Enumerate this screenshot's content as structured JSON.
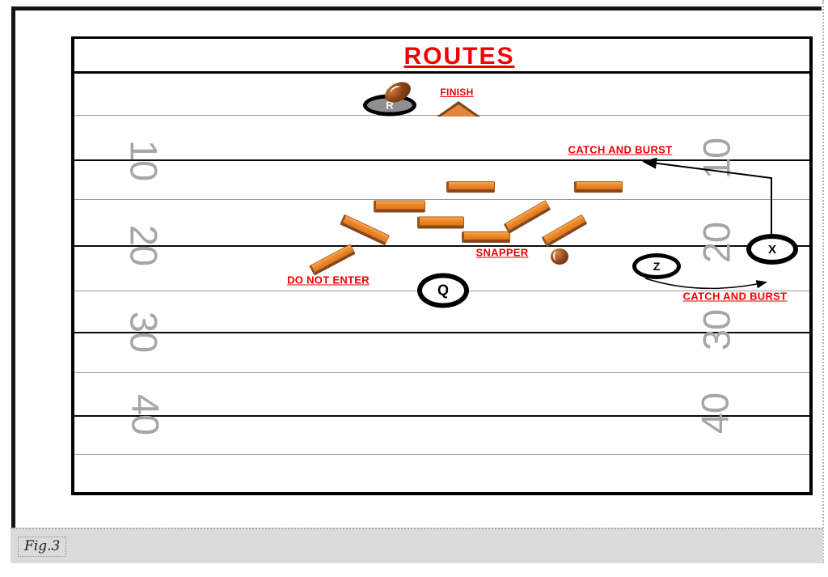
{
  "figure": {
    "caption": "Fig.3"
  },
  "field": {
    "title": "ROUTES",
    "yard_numbers": [
      "10",
      "20",
      "30",
      "40"
    ]
  },
  "annotations": {
    "finish": "FINISH",
    "catch_and_burst_top": "CATCH AND BURST",
    "catch_and_burst_bottom": "CATCH AND BURST",
    "snapper": "SNAPPER",
    "do_not_enter": "DO NOT ENTER"
  },
  "players": [
    {
      "id": "receiver-r",
      "label": "R"
    },
    {
      "id": "quarterback-q",
      "label": "Q"
    },
    {
      "id": "receiver-x",
      "label": "X"
    },
    {
      "id": "receiver-z",
      "label": "Z"
    }
  ],
  "equipment": {
    "blocking_bags": 9,
    "footballs": 2,
    "cones": 1
  },
  "colors": {
    "label_red": "#f20000",
    "bag_orange": "#ee8826",
    "bag_edge_brown": "#87471a",
    "yard_number_gray": "#a6a6a6",
    "caption_bar_gray": "#dbdbdb",
    "r_marker_fill": "#8f8f8f"
  }
}
